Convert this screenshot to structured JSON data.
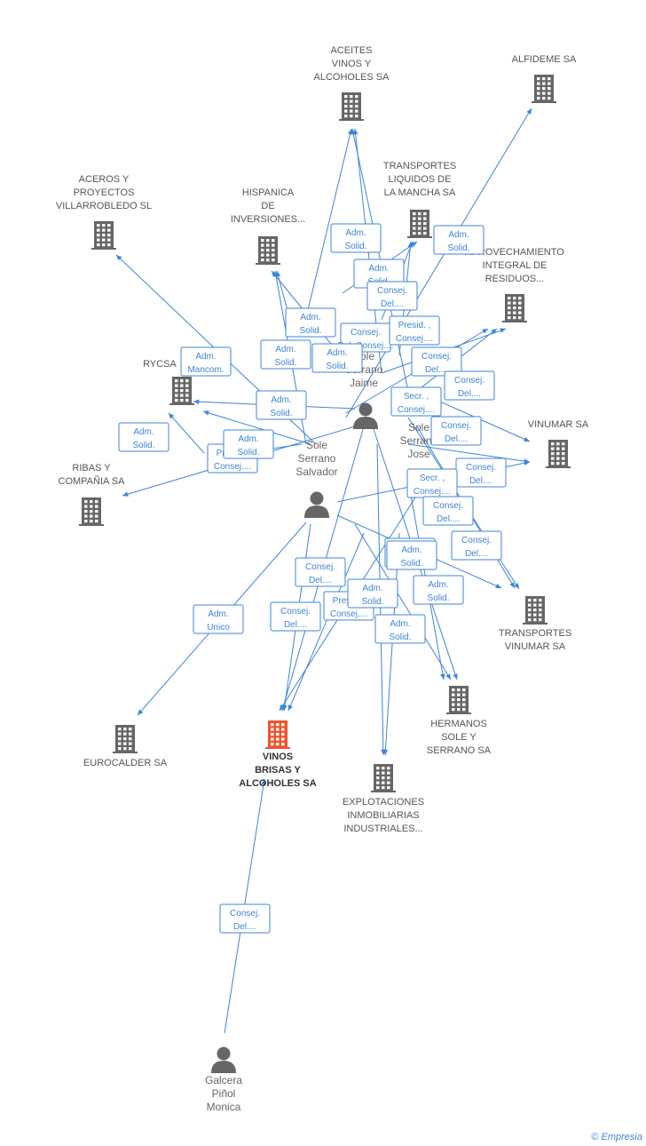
{
  "colors": {
    "edge": "#3d85d8",
    "company": "#666666",
    "company_main": "#f0532e",
    "person": "#666666"
  },
  "companies": [
    {
      "id": "aceites",
      "label": [
        "ACEITES",
        "VINOS Y",
        "ALCOHOLES SA"
      ],
      "icon": "building-icon"
    },
    {
      "id": "alfideme",
      "label": [
        "ALFIDEME SA"
      ],
      "icon": "building-icon"
    },
    {
      "id": "transportes_liquidos",
      "label": [
        "TRANSPORTES",
        "LIQUIDOS DE",
        "LA MANCHA SA"
      ],
      "icon": "building-icon"
    },
    {
      "id": "aceros",
      "label": [
        "ACEROS Y",
        "PROYECTOS",
        "VILLARROBLEDO SL"
      ],
      "icon": "building-icon"
    },
    {
      "id": "hispanica",
      "label": [
        "HISPANICA",
        "DE",
        "INVERSIONES..."
      ],
      "icon": "building-icon"
    },
    {
      "id": "aprovechamiento",
      "label": [
        "APROVECHAMIENTO",
        "INTEGRAL DE",
        "RESIDUOS..."
      ],
      "icon": "building-icon"
    },
    {
      "id": "rycsa",
      "label": [
        "RYCSA"
      ],
      "icon": "building-icon"
    },
    {
      "id": "vinumar",
      "label": [
        "VINUMAR SA"
      ],
      "icon": "building-icon"
    },
    {
      "id": "ribas",
      "label": [
        "RIBAS Y",
        "COMPAÑIA SA"
      ],
      "icon": "building-icon"
    },
    {
      "id": "transportes_vinumar",
      "label": [
        "TRANSPORTES",
        "VINUMAR SA"
      ],
      "icon": "building-icon"
    },
    {
      "id": "hermanos",
      "label": [
        "HERMANOS",
        "SOLE Y",
        "SERRANO SA"
      ],
      "icon": "building-icon"
    },
    {
      "id": "eurocalder",
      "label": [
        "EUROCALDER SA"
      ],
      "icon": "building-icon"
    },
    {
      "id": "vinos",
      "label": [
        "VINOS",
        "BRISAS Y",
        "ALCOHOLES SA"
      ],
      "icon": "building-icon",
      "main": true
    },
    {
      "id": "explotaciones",
      "label": [
        "EXPLOTACIONES",
        "INMOBILIARIAS",
        "INDUSTRIALES..."
      ],
      "icon": "building-icon"
    }
  ],
  "people": [
    {
      "id": "jaime",
      "label": [
        "Sole",
        "Serrano",
        "Jaime"
      ],
      "icon": "person-icon"
    },
    {
      "id": "jose",
      "label": [
        "Sole",
        "Serrano",
        "Jose"
      ],
      "icon": "person-icon"
    },
    {
      "id": "salvador",
      "label": [
        "Sole",
        "Serrano",
        "Salvador"
      ],
      "icon": "person-icon"
    },
    {
      "id": "monica",
      "label": [
        "Galcera",
        "Piñol",
        "Monica"
      ],
      "icon": "person-icon"
    }
  ],
  "relations": [
    {
      "lines": [
        "Adm.",
        "Solid."
      ]
    },
    {
      "lines": [
        "Adm.",
        "Solid."
      ]
    },
    {
      "lines": [
        "Adm.",
        "Solid."
      ]
    },
    {
      "lines": [
        "Consej.",
        "Del...."
      ]
    },
    {
      "lines": [
        "Adm.",
        "Solid."
      ]
    },
    {
      "lines": [
        "Consej.",
        "Del.,Consej...."
      ]
    },
    {
      "lines": [
        "Presid. ,",
        "Consej...."
      ]
    },
    {
      "lines": [
        "Adm.",
        "Solid."
      ]
    },
    {
      "lines": [
        "Adm.",
        "Solid."
      ]
    },
    {
      "lines": [
        "Consej.",
        "Del...."
      ]
    },
    {
      "lines": [
        "Adm.",
        "Mancom."
      ]
    },
    {
      "lines": [
        "Consej.",
        "Del...."
      ]
    },
    {
      "lines": [
        "Adm.",
        "Solid."
      ]
    },
    {
      "lines": [
        "Secr. ,",
        "Consej...."
      ]
    },
    {
      "lines": [
        "Adm.",
        "Solid."
      ]
    },
    {
      "lines": [
        "Consej.",
        "Del...."
      ]
    },
    {
      "lines": [
        "Presid. ,",
        "Consej...."
      ]
    },
    {
      "lines": [
        "Adm.",
        "Solid."
      ]
    },
    {
      "lines": [
        "Consej.",
        "Del...."
      ]
    },
    {
      "lines": [
        "Secr. ,",
        "Consej...."
      ]
    },
    {
      "lines": [
        "Consej.",
        "Del...."
      ]
    },
    {
      "lines": [
        "Consej.",
        "Del...."
      ]
    },
    {
      "lines": [
        "Secr. ,",
        "Consej...."
      ]
    },
    {
      "lines": [
        "Adm.",
        "Solid."
      ]
    },
    {
      "lines": [
        "Consej.",
        "Del...."
      ]
    },
    {
      "lines": [
        "Adm.",
        "Solid."
      ]
    },
    {
      "lines": [
        "Adm.",
        "Unico"
      ]
    },
    {
      "lines": [
        "Consej.",
        "Del...."
      ]
    },
    {
      "lines": [
        "Presid. ,",
        "Consej...."
      ]
    },
    {
      "lines": [
        "Adm.",
        "Solid."
      ]
    },
    {
      "lines": [
        "Adm.",
        "Solid."
      ]
    },
    {
      "lines": [
        "Consej.",
        "Del...."
      ]
    }
  ],
  "brand": {
    "copyright": "©",
    "name": "Empresia"
  }
}
